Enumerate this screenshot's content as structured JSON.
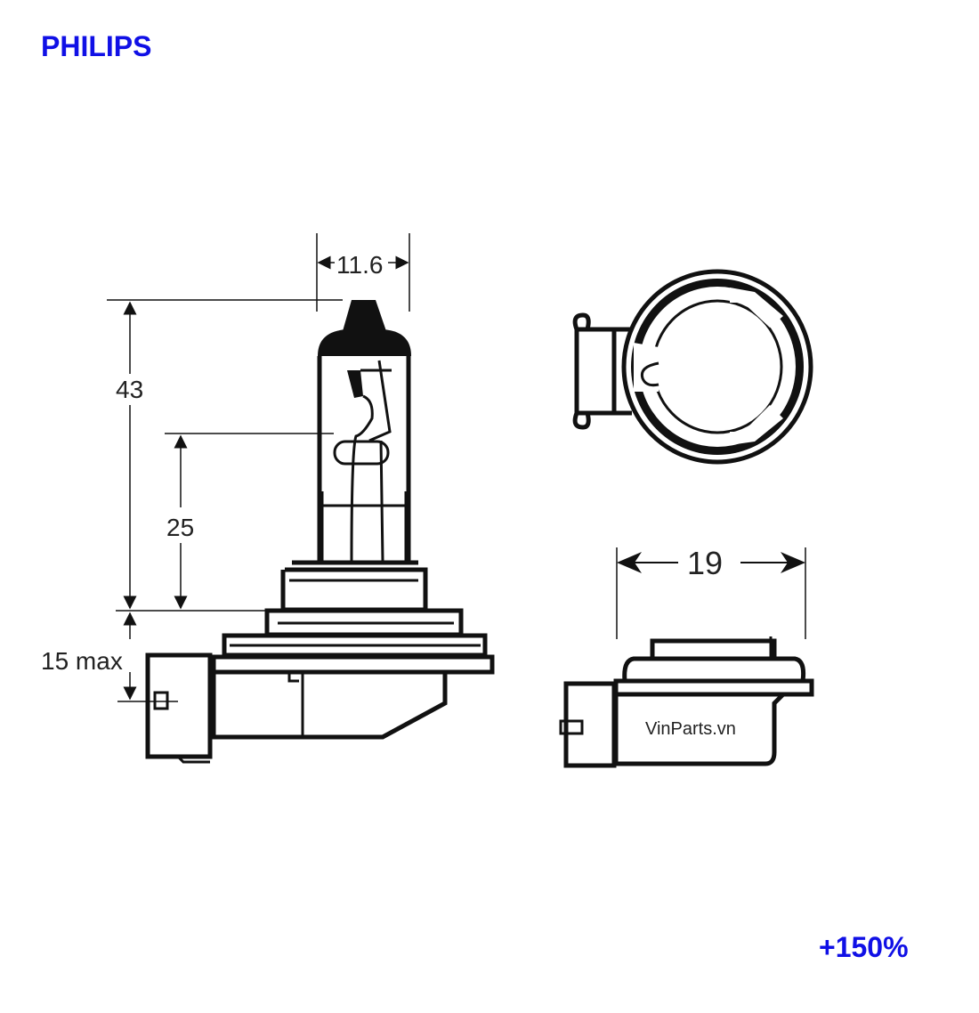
{
  "brand": "PHILIPS",
  "performance_badge": "+150%",
  "dimensions": {
    "bulb_width": "11.6",
    "total_height": "43",
    "light_center_height": "25",
    "base_depth": "15 max",
    "flange_width": "19"
  },
  "watermark": "VinParts.vn",
  "colors": {
    "brand": "#1010e6",
    "lines": "#111111"
  }
}
